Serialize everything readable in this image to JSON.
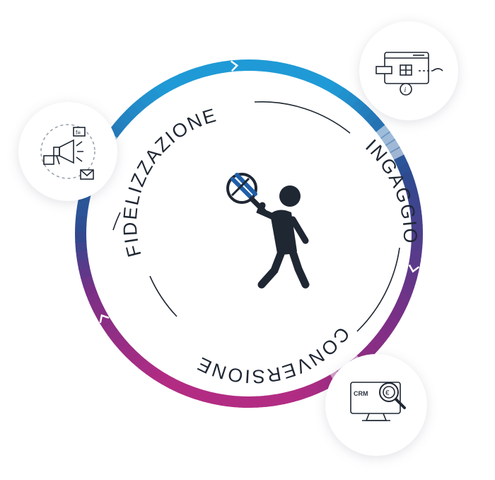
{
  "labels": {
    "top": "FIDELIZZAZIONE",
    "right": "INGAGGIO",
    "bottom": "CONVERSIONE"
  },
  "crm_badge": {
    "text": "CRM"
  },
  "icons": {
    "center": "person-magnifier-icon",
    "left": "marketing-megaphone-icon",
    "top_right": "web-form-info-icon",
    "bottom_right": "crm-euro-search-icon"
  },
  "colors": {
    "blue": "#1f9ad6",
    "navy": "#2e4a8f",
    "purple": "#7a2f86",
    "magenta": "#b22c83",
    "ink": "#1f2733"
  }
}
